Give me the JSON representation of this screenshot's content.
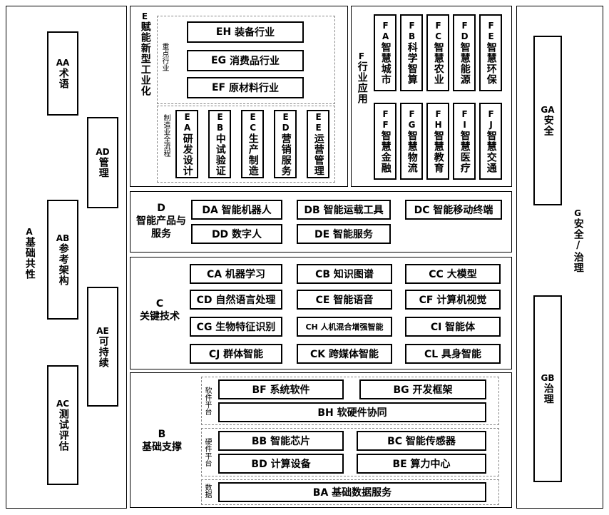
{
  "A": {
    "code": "A",
    "title": "基础共性",
    "items": [
      {
        "code": "AA",
        "label": "术语"
      },
      {
        "code": "AB",
        "label": "参考架构"
      },
      {
        "code": "AC",
        "label": "测试评估"
      },
      {
        "code": "AD",
        "label": "管理"
      },
      {
        "code": "AE",
        "label": "可持续"
      }
    ]
  },
  "E": {
    "code": "E",
    "title": "赋能新型工业化",
    "industry_label": "重点行业",
    "industries": [
      {
        "code": "EH",
        "label": "装备行业"
      },
      {
        "code": "EG",
        "label": "消费品行业"
      },
      {
        "code": "EF",
        "label": "原材料行业"
      }
    ],
    "process_label": "制造业全流程",
    "process": [
      {
        "code": "EA",
        "label": "研发设计"
      },
      {
        "code": "EB",
        "label": "中试验证"
      },
      {
        "code": "EC",
        "label": "生产制造"
      },
      {
        "code": "ED",
        "label": "营销服务"
      },
      {
        "code": "EE",
        "label": "运营管理"
      }
    ]
  },
  "F": {
    "code": "F",
    "title": "行业应用",
    "row1": [
      {
        "code": "FA",
        "label": "智慧城市"
      },
      {
        "code": "FB",
        "label": "科学智算"
      },
      {
        "code": "FC",
        "label": "智慧农业"
      },
      {
        "code": "FD",
        "label": "智慧能源"
      },
      {
        "code": "FE",
        "label": "智慧环保"
      }
    ],
    "row2": [
      {
        "code": "FF",
        "label": "智慧金融"
      },
      {
        "code": "FG",
        "label": "智慧物流"
      },
      {
        "code": "FH",
        "label": "智慧教育"
      },
      {
        "code": "FI",
        "label": "智慧医疗"
      },
      {
        "code": "FJ",
        "label": "智慧交通"
      }
    ]
  },
  "D": {
    "code": "D",
    "title": "智能产品与服务",
    "items": [
      {
        "label": "DA 智能机器人"
      },
      {
        "label": "DB 智能运载工具"
      },
      {
        "label": "DC 智能移动终端"
      },
      {
        "label": "DD 数字人"
      },
      {
        "label": "DE 智能服务"
      }
    ]
  },
  "C": {
    "code": "C",
    "title": "关键技术",
    "items": [
      {
        "label": "CA 机器学习"
      },
      {
        "label": "CB 知识图谱"
      },
      {
        "label": "CC 大模型"
      },
      {
        "label": "CD 自然语言处理"
      },
      {
        "label": "CE 智能语音"
      },
      {
        "label": "CF 计算机视觉"
      },
      {
        "label": "CG 生物特征识别"
      },
      {
        "label": "CH 人机混合增强智能"
      },
      {
        "label": "CI 智能体"
      },
      {
        "label": "CJ 群体智能"
      },
      {
        "label": "CK 跨媒体智能"
      },
      {
        "label": "CL 具身智能"
      }
    ]
  },
  "B": {
    "code": "B",
    "title": "基础支撑",
    "software_label": "软件平台",
    "hardware_label": "硬件平台",
    "data_label": "数据",
    "items": [
      {
        "label": "BF 系统软件"
      },
      {
        "label": "BG 开发框架"
      },
      {
        "label": "BH 软硬件协同"
      },
      {
        "label": "BB 智能芯片"
      },
      {
        "label": "BC 智能传感器"
      },
      {
        "label": "BD 计算设备"
      },
      {
        "label": "BE 算力中心"
      },
      {
        "label": "BA 基础数据服务"
      }
    ]
  },
  "G": {
    "code": "G",
    "title": "安全/治理",
    "items": [
      {
        "code": "GA",
        "label": "安全"
      },
      {
        "code": "GB",
        "label": "治理"
      }
    ]
  }
}
